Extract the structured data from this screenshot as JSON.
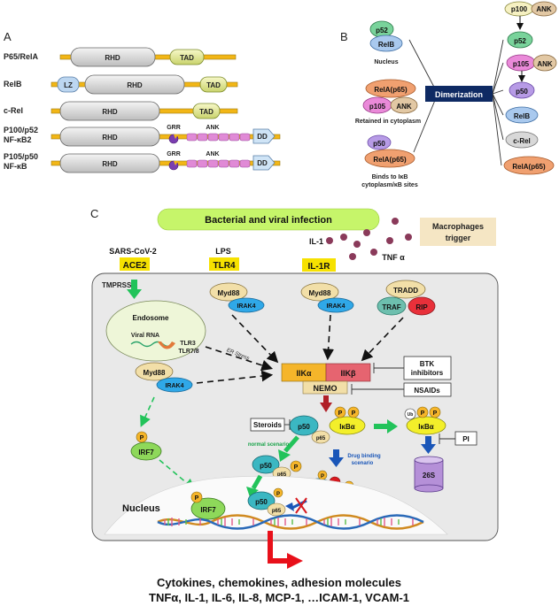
{
  "panelA": {
    "label": "A",
    "proteins": [
      {
        "name": "P65/RelA",
        "domains": [
          "RHD",
          "TAD"
        ]
      },
      {
        "name": "RelB",
        "domains": [
          "LZ",
          "RHD",
          "TAD"
        ]
      },
      {
        "name": "c-Rel",
        "domains": [
          "RHD",
          "TAD"
        ]
      },
      {
        "name1": "P100/p52",
        "name2": "NF-κB2",
        "domains": [
          "RHD",
          "GRR",
          "ANK",
          "DD"
        ]
      },
      {
        "name1": "P105/p50",
        "name2": "NF-κB",
        "domains": [
          "RHD",
          "GRR",
          "ANK",
          "DD"
        ]
      }
    ]
  },
  "panelB": {
    "label": "B",
    "center": "Dimerization",
    "left": [
      {
        "top": "p52",
        "bottom": "RelB",
        "caption": "Nucleus"
      },
      {
        "top": "RelA(p65)",
        "bottom1": "p105",
        "bottom2": "ANK",
        "caption": "Retained in cytoplasm"
      },
      {
        "top": "p50",
        "bottom": "RelA(p65)",
        "caption1": "Binds to IκB",
        "caption2": "cytoplasm/κB sites"
      }
    ],
    "right": {
      "p100": "p100",
      "ank1": "ANK",
      "p52": "p52",
      "p105": "p105",
      "ank2": "ANK",
      "p50": "p50",
      "relb": "RelB",
      "crel": "c-Rel",
      "rela": "RelA(p65)"
    }
  },
  "panelC": {
    "label": "C",
    "infection": "Bacterial and viral infection",
    "macrophages1": "Macrophages",
    "macrophages2": "trigger",
    "sars": "SARS-CoV-2",
    "ace2": "ACE2",
    "lps": "LPS",
    "tlr4": "TLR4",
    "il1": "IL-1",
    "il1r": "IL-1R",
    "tnf": "TNF α",
    "tmprss2": "TMPRSS2",
    "endosome": "Endosome",
    "viral_rna": "Viral RNA",
    "tlr3": "TLR3",
    "tlr78": "TLR7/8",
    "myd88": "Myd88",
    "irak4": "IRAK4",
    "tradd": "TRADD",
    "traf": "TRAF",
    "rip": "RIP",
    "er_stress": "ER Stress",
    "ikka": "IIKα",
    "ikkb": "IIKβ",
    "nemo": "NEMO",
    "btk1": "BTK",
    "btk2": "inhibitors",
    "nsaids": "NSAIDs",
    "steroids": "Steroids",
    "p50": "p50",
    "p65": "p65",
    "p": "P",
    "ub": "Ub",
    "ikba": "IκBα",
    "pi": "PI",
    "proteasome": "26S",
    "irf7": "IRF7",
    "normal": "normal scenario",
    "drug1": "Drug binding",
    "drug2": "scenario",
    "nucleus": "Nucleus",
    "output1": "Cytokines, chemokines, adhesion molecules",
    "output2": "TNFα, IL-1, IL-6, IL-8, MCP-1, …ICAM-1, VCAM-1"
  }
}
